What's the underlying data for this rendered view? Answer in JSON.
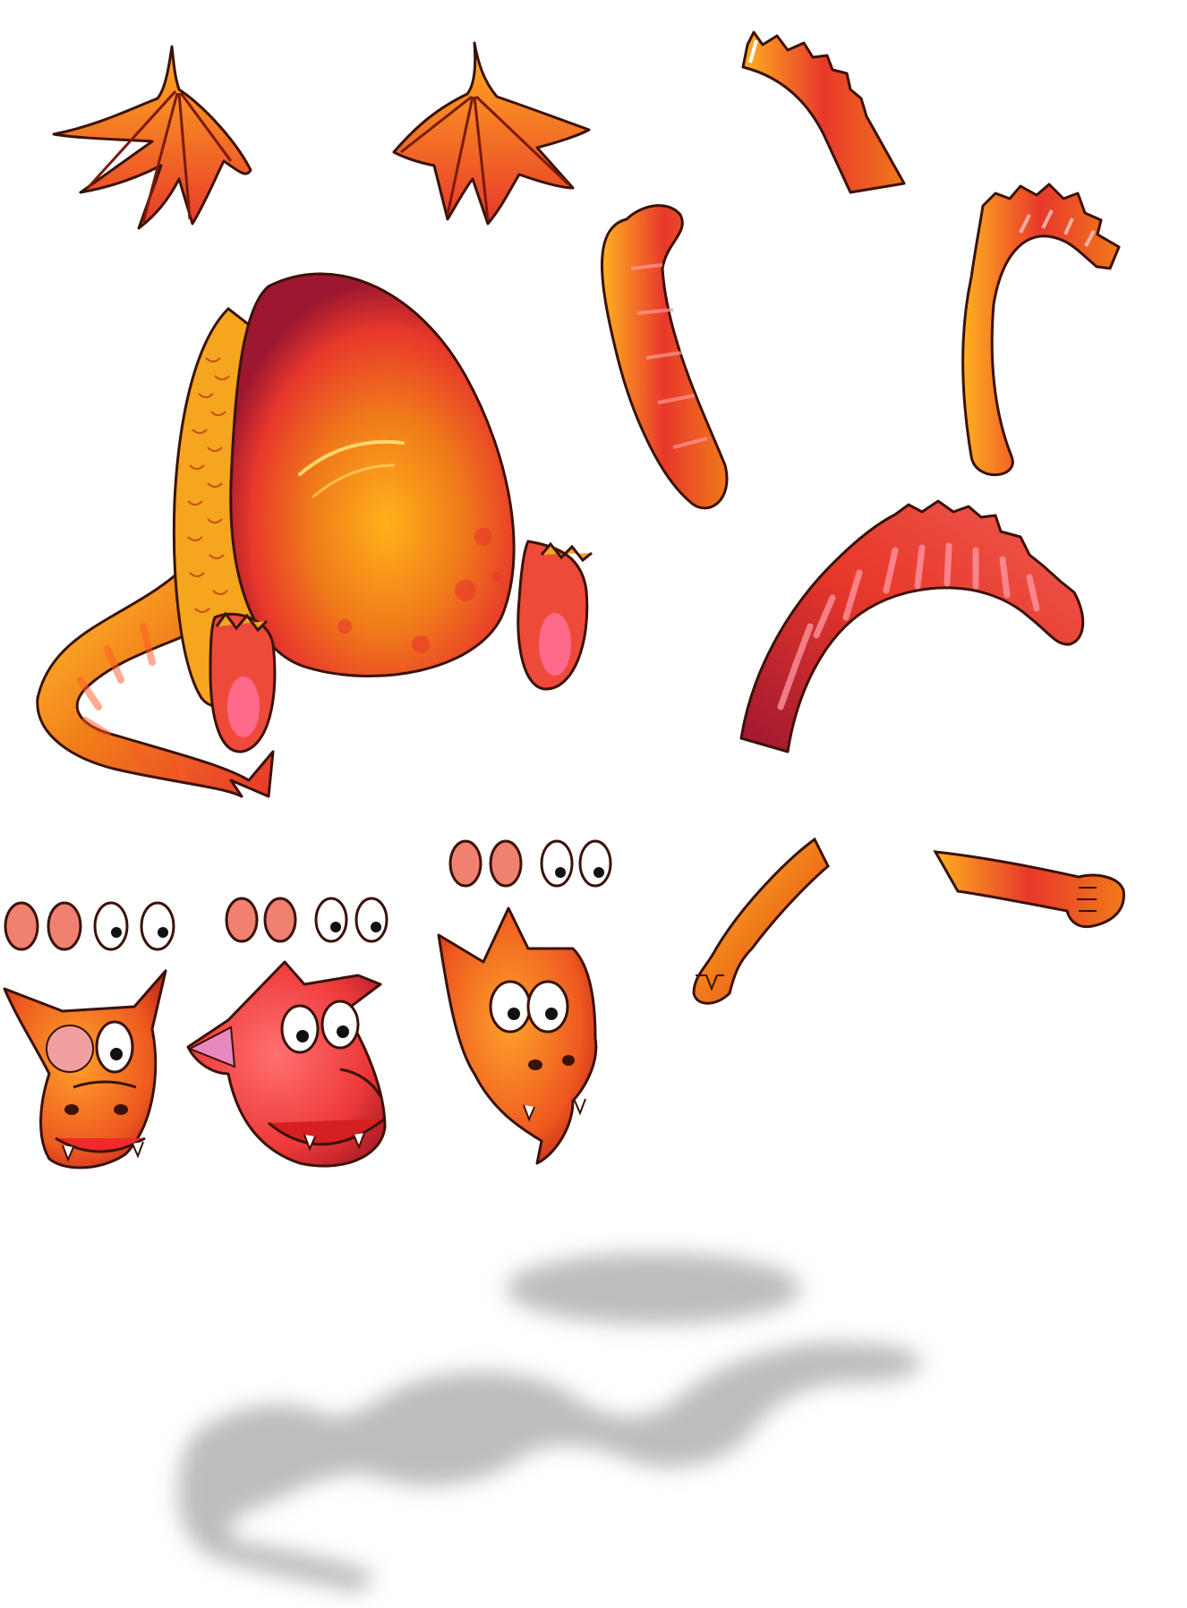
{
  "colors": {
    "dark_red": "#9e1730",
    "red": "#e8382b",
    "orange": "#f07a1a",
    "yellow": "#ffc52b",
    "pink": "#ff6a8a",
    "eye_pink": "#f08070",
    "outline": "#3a1208",
    "shadow": "#bdbdbd"
  },
  "sprites": {
    "wings": [
      "wing-left",
      "wing-right"
    ],
    "necks": [
      "neck-short",
      "neck-s-curve",
      "neck-arched",
      "neck-long-arch"
    ],
    "body": "body-with-tail",
    "arms": [
      "arm-down",
      "arm-fist"
    ],
    "eye_sets": 3,
    "heads": [
      "head-wink",
      "head-grin",
      "head-surprised"
    ],
    "shadows": [
      "shadow-oval",
      "shadow-dragon"
    ]
  }
}
